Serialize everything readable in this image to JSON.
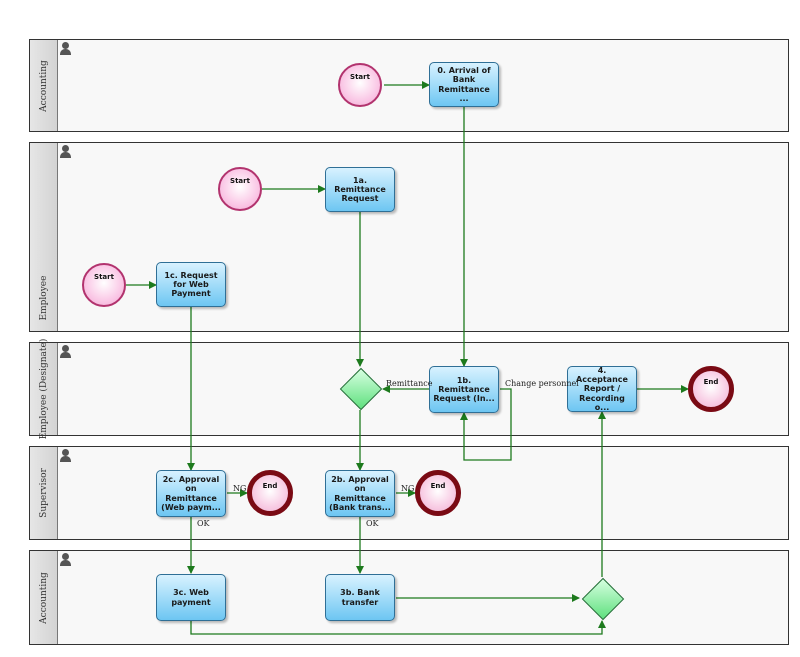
{
  "lanes": {
    "accounting_top": "Accounting",
    "employee": "Employee",
    "designate": "Employee (Designate)",
    "supervisor": "Supervisor",
    "accounting_bottom": "Accounting"
  },
  "events": {
    "start_accounting": "Start",
    "start_employee_1": "Start",
    "start_employee_2": "Start",
    "end_designate": "End",
    "end_supervisor_1": "End",
    "end_supervisor_2": "End"
  },
  "tasks": {
    "t0": "0. Arrival of\nBank\nRemittance ...",
    "t1a": "1a.\nRemittance\nRequest",
    "t1c": "1c. Request\nfor Web\nPayment",
    "t1b": "1b.\nRemittance\nRequest (In...",
    "t4": "4. Acceptance\nReport /\nRecording o...",
    "t2c": "2c. Approval\non Remittance\n(Web paym...",
    "t2b": "2b. Approval\non Remittance\n(Bank trans...",
    "t3c": "3c. Web\npayment",
    "t3b": "3b. Bank\ntransfer"
  },
  "edge_labels": {
    "remittance": "Remittance",
    "change_personnel": "Change personnel",
    "ng_web": "NG",
    "ng_bank": "NG",
    "ok_web": "OK",
    "ok_bank": "OK"
  },
  "colors": {
    "arrow": "#1d7a1d",
    "task_fill": "#8fd3f7",
    "gateway_fill": "#7fe89a",
    "start_border": "#b2336e",
    "end_border": "#7a0a14"
  },
  "icons": {
    "lane_owner": "person-icon"
  }
}
